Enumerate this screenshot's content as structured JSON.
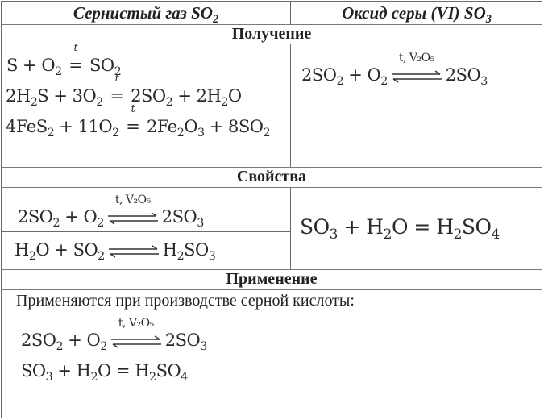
{
  "header": {
    "col1": "Сернистый газ SO",
    "col1_sub": "2",
    "col2": "Оксид серы (VI) SO",
    "col2_sub": "3"
  },
  "sections": {
    "production": "Получение",
    "properties": "Свойства",
    "application": "Применение"
  },
  "production": {
    "so2": [
      "S + O2 =t SO2",
      "2H2S + 3O2 =t 2SO2 + 2H2O",
      "4FeS2 + 11O2 =t 2Fe2O3 + 8SO2"
    ],
    "so3": [
      "2SO2 + O2 ⇄(t, V2O5) 2SO3"
    ]
  },
  "properties": {
    "so2": [
      "2SO2 + O2 ⇄(t, V2O5) 2SO3",
      "H2O + SO2 ⇄ H2SO3"
    ],
    "so3": [
      "SO3 + H2O = H2SO4"
    ]
  },
  "application": {
    "text": "Применяются при производстве серной кислоты:",
    "equations": [
      "2SO2 + O2 ⇄(t, V2O5) 2SO3",
      "SO3 + H2O = H2SO4"
    ]
  },
  "condition_t": "t",
  "condition_cat": "t, V₂O₅"
}
